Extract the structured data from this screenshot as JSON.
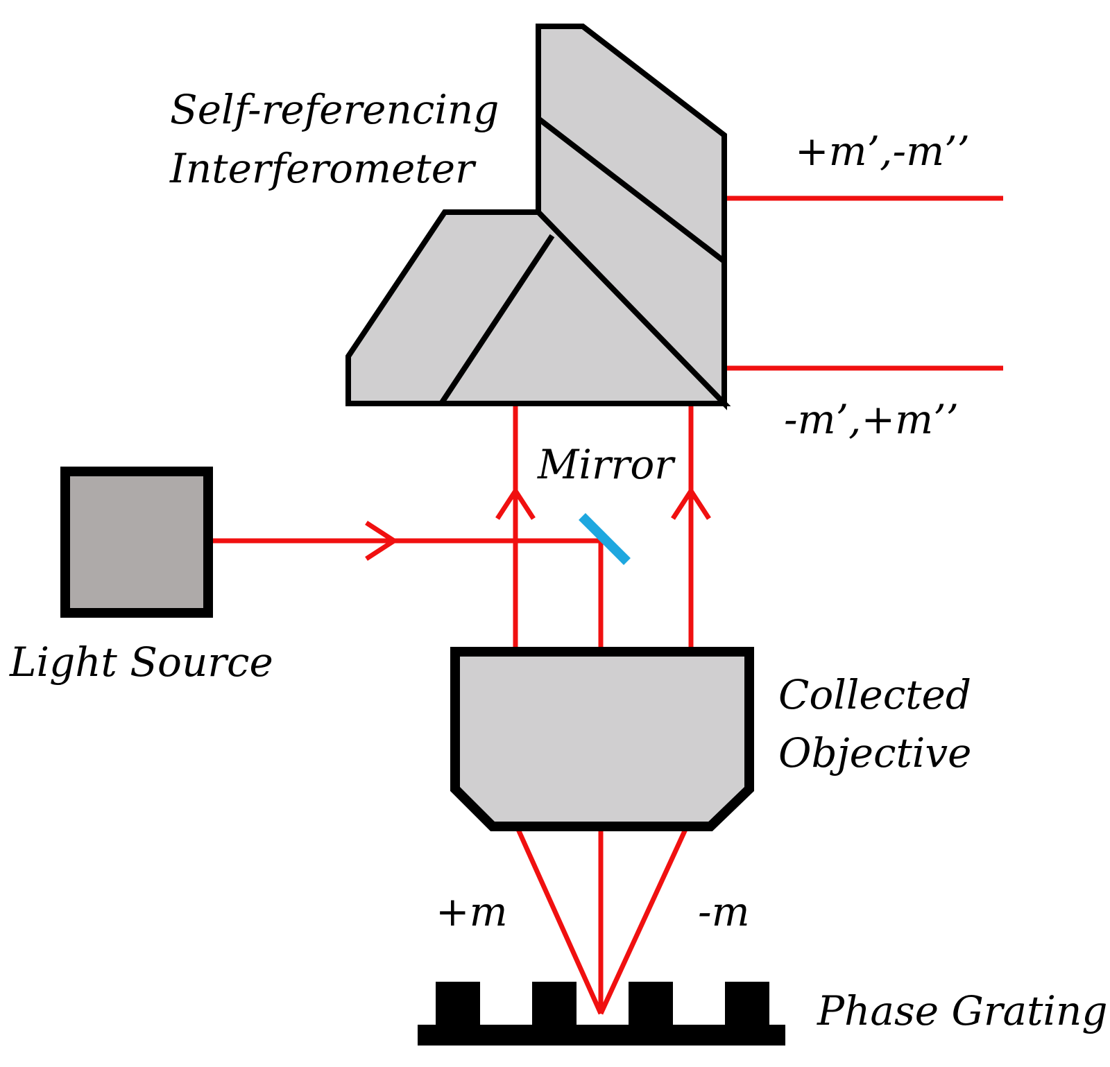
{
  "labels": {
    "interferometer_line1": "Self-referencing",
    "interferometer_line2": "Interferometer",
    "output_top": "+m’,-m’’",
    "output_bottom": "-m’,+m’’",
    "mirror": "Mirror",
    "light_source": "Light Source",
    "objective_line1": "Collected",
    "objective_line2": "Objective",
    "plus_m": "+m",
    "minus_m": "-m",
    "grating": "Phase Grating"
  },
  "colors": {
    "beam": "#f01010",
    "mirror": "#1ea7df",
    "component_fill": "#d0cfd0",
    "source_fill": "#aeaaa9",
    "outline": "#000000"
  }
}
